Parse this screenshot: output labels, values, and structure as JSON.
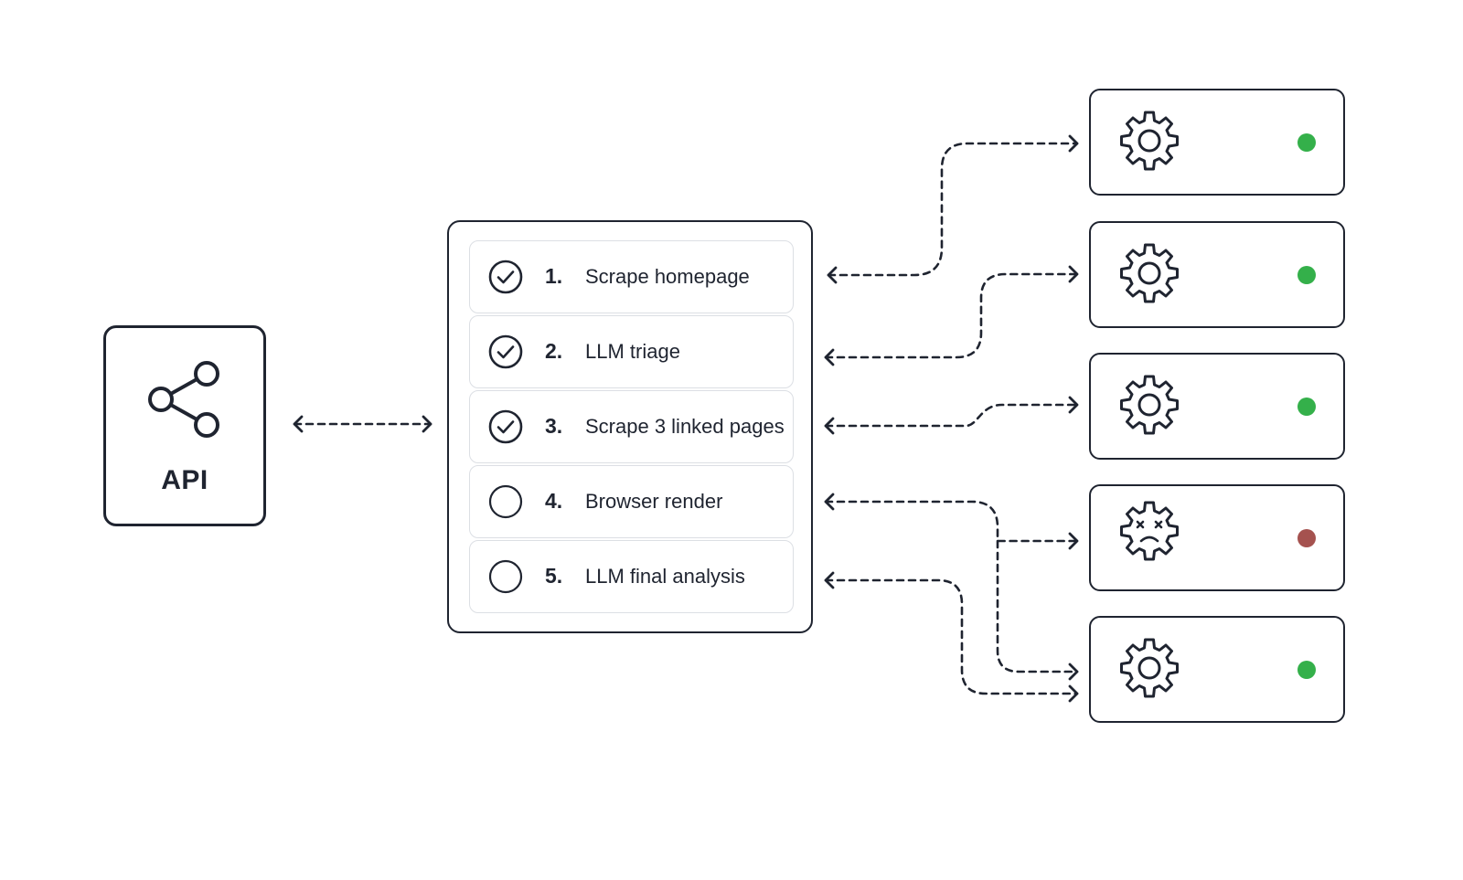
{
  "api": {
    "label": "API",
    "icon": "share-icon"
  },
  "pipeline": {
    "steps": [
      {
        "number": "1.",
        "label": "Scrape homepage",
        "status": "done",
        "icon": "check-circle-icon"
      },
      {
        "number": "2.",
        "label": "LLM triage",
        "status": "done",
        "icon": "check-circle-icon"
      },
      {
        "number": "3.",
        "label": "Scrape 3 linked pages",
        "status": "done",
        "icon": "check-circle-icon"
      },
      {
        "number": "4.",
        "label": "Browser render",
        "status": "pending",
        "icon": "empty-circle-icon"
      },
      {
        "number": "5.",
        "label": "LLM final analysis",
        "status": "pending",
        "icon": "empty-circle-icon"
      }
    ]
  },
  "workers": [
    {
      "icon": "gear-icon",
      "status": "ok",
      "status_color": "#34b04a"
    },
    {
      "icon": "gear-icon",
      "status": "ok",
      "status_color": "#34b04a"
    },
    {
      "icon": "gear-icon",
      "status": "ok",
      "status_color": "#34b04a"
    },
    {
      "icon": "broken-gear-icon",
      "status": "error",
      "status_color": "#a5524f"
    },
    {
      "icon": "gear-icon",
      "status": "ok",
      "status_color": "#34b04a"
    }
  ],
  "colors": {
    "stroke": "#1f2430",
    "step_border": "#dcdfe4",
    "ok": "#34b04a",
    "error": "#a5524f"
  }
}
